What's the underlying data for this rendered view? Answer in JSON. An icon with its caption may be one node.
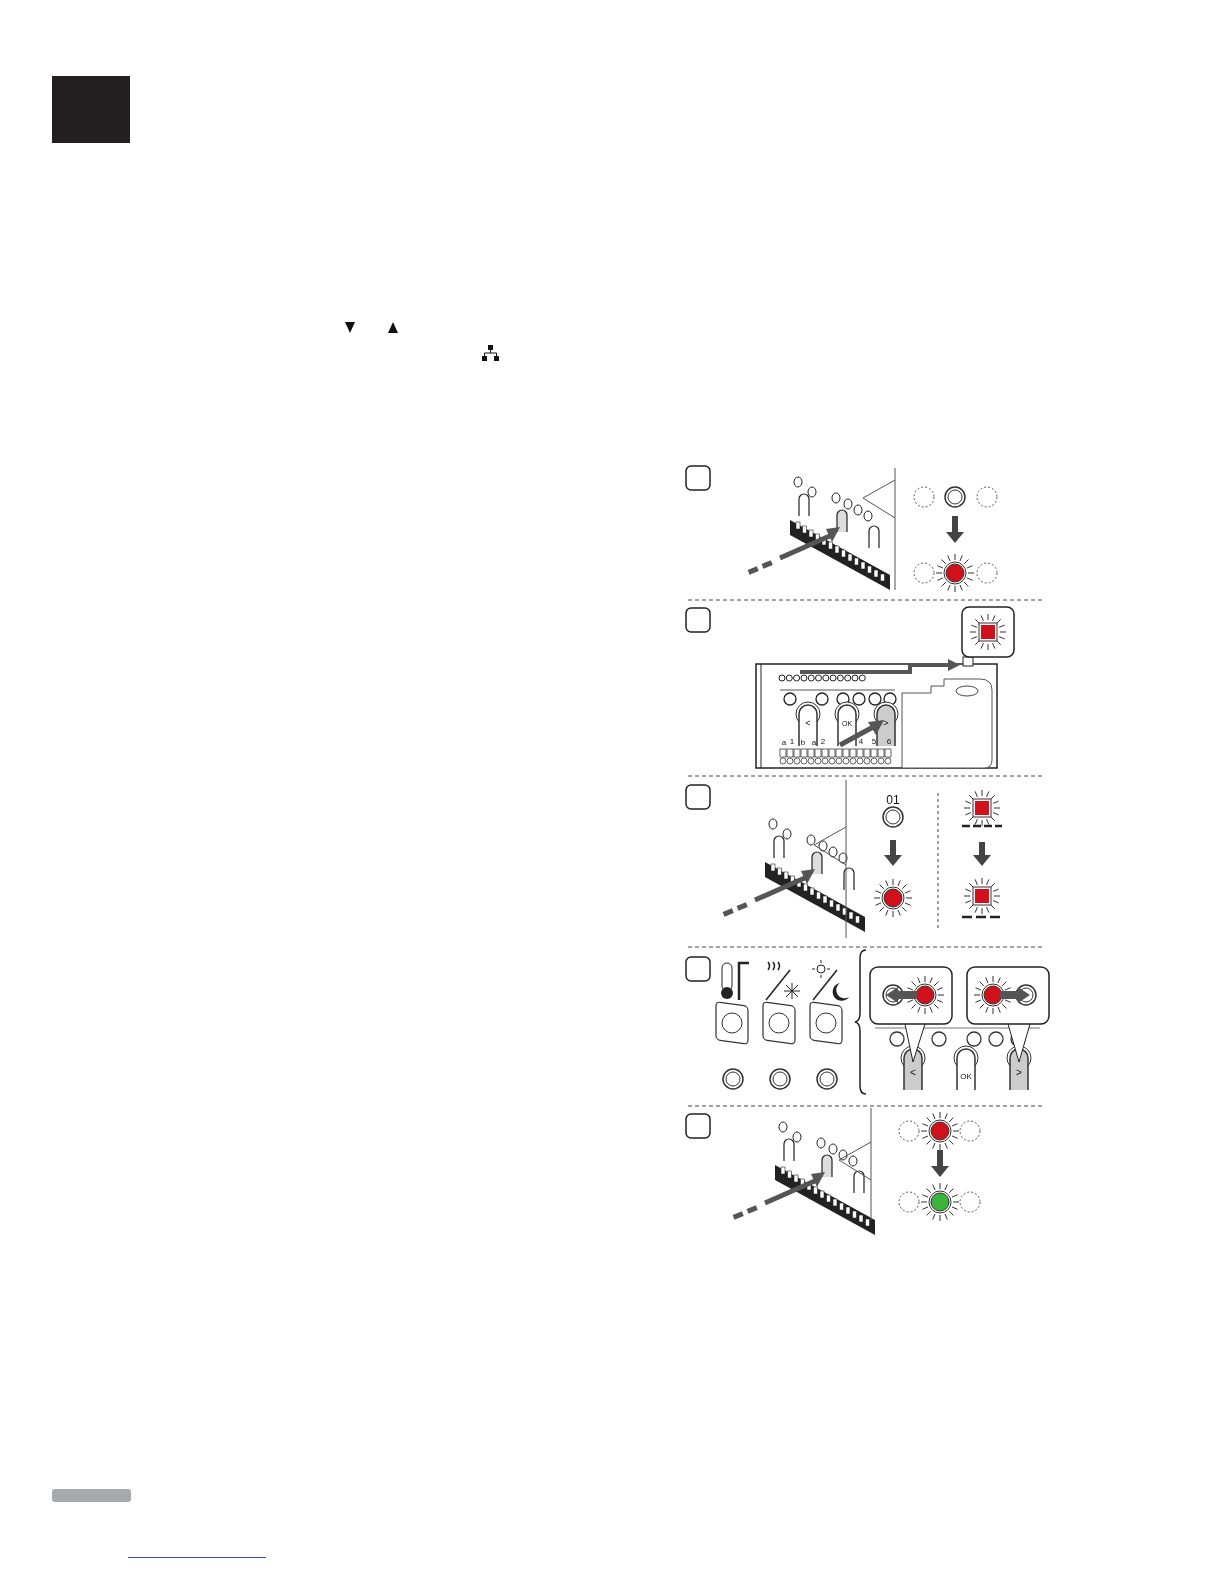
{
  "diagram": {
    "nodes": [
      {
        "text": [],
        "shape": "box"
      }
    ],
    "labels": [
      "<",
      "OK",
      ">",
      "a",
      "1",
      "b",
      "a",
      "2",
      "4",
      "5",
      "6",
      "01",
      "<",
      "OK",
      ">"
    ]
  }
}
